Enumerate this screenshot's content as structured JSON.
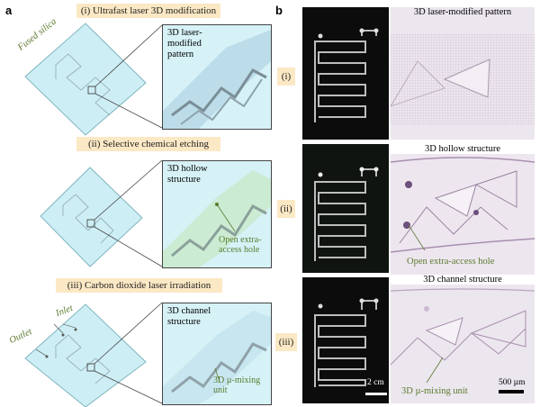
{
  "panel_a": {
    "letter": "a",
    "steps": [
      {
        "label": "(i) Ultrafast laser 3D modification",
        "detail": "3D laser-\nmodified\npattern"
      },
      {
        "label": "(ii) Selective chemical etching",
        "detail": "3D hollow\nstructure",
        "annotation": "Open extra-\naccess hole"
      },
      {
        "label": "(iii) Carbon dioxide laser irradiation",
        "detail": "3D channel\nstructure",
        "annotation": "3D µ-mixing\nunit"
      }
    ],
    "labels": {
      "fused_silica": "Fused silica",
      "inlet": "Inlet",
      "outlet": "Outlet"
    },
    "colors": {
      "substrate": "#cdeef4",
      "tag": "#fbe8c4",
      "green_text": "#5b7a2e"
    }
  },
  "panel_b": {
    "letter": "b",
    "rows": [
      {
        "tag": "(i)",
        "caption": "3D laser-modified pattern"
      },
      {
        "tag": "(ii)",
        "caption": "3D hollow structure",
        "annotation": "Open extra-access hole"
      },
      {
        "tag": "(iii)",
        "caption": "3D channel structure",
        "annotation": "3D µ-mixing unit"
      }
    ],
    "scale_bars": {
      "photo": "2 cm",
      "micro": "500 µm"
    }
  }
}
